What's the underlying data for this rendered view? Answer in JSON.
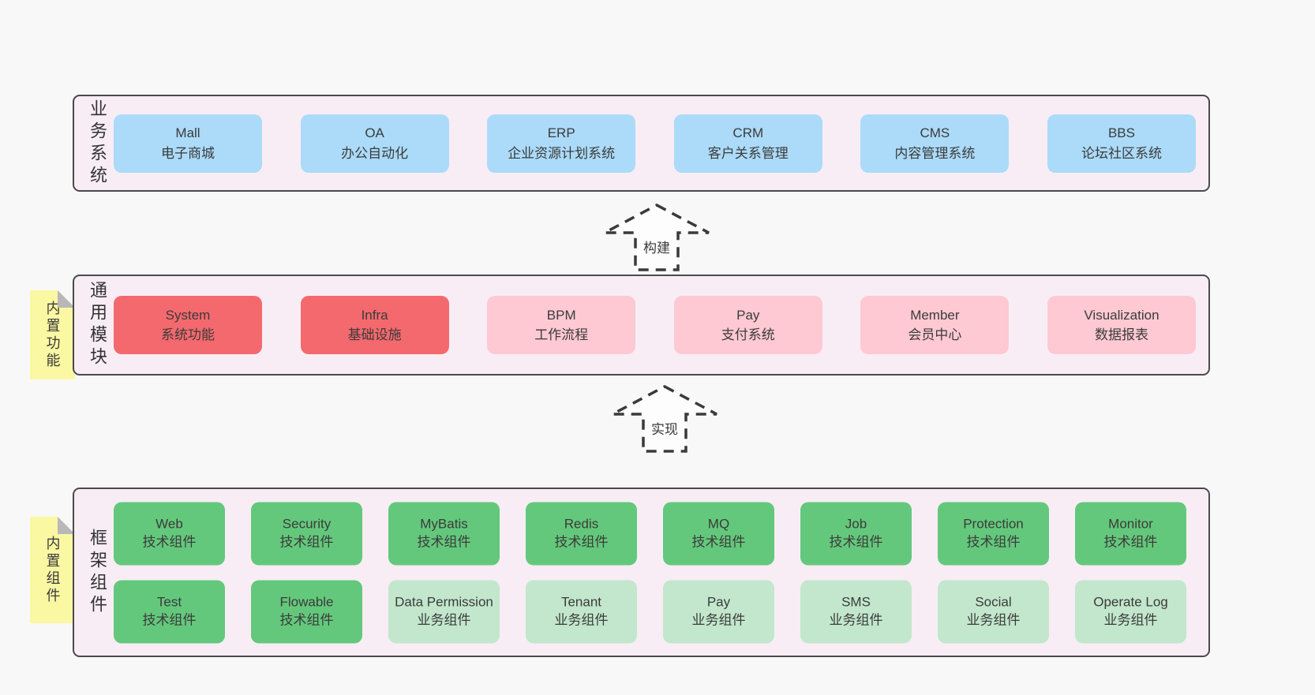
{
  "colors": {
    "page_bg": "#f8f8f8",
    "band_bg": "#f8edf5",
    "band_border": "#4a4a4a",
    "blue_box": "#abdbf9",
    "red_box": "#f4696d",
    "pink_box": "#fec9d2",
    "green_box": "#64c87c",
    "light_green_box": "#c2e7cc",
    "note_bg": "#fbf8a3",
    "note_fold": "#b8b8b8",
    "text": "#3b3b3b"
  },
  "bands": [
    {
      "label": "业务系统",
      "boxes": [
        {
          "name": "Mall",
          "desc": "电子商城"
        },
        {
          "name": "OA",
          "desc": "办公自动化"
        },
        {
          "name": "ERP",
          "desc": "企业资源计划系统"
        },
        {
          "name": "CRM",
          "desc": "客户关系管理"
        },
        {
          "name": "CMS",
          "desc": "内容管理系统"
        },
        {
          "name": "BBS",
          "desc": "论坛社区系统"
        }
      ]
    },
    {
      "label": "通用模块",
      "note": "内置功能",
      "boxes": [
        {
          "name": "System",
          "desc": "系统功能"
        },
        {
          "name": "Infra",
          "desc": "基础设施"
        },
        {
          "name": "BPM",
          "desc": "工作流程"
        },
        {
          "name": "Pay",
          "desc": "支付系统"
        },
        {
          "name": "Member",
          "desc": "会员中心"
        },
        {
          "name": "Visualization",
          "desc": "数据报表"
        }
      ]
    },
    {
      "label": "框架组件",
      "note": "内置组件",
      "rows": [
        [
          {
            "name": "Web",
            "desc": "技术组件"
          },
          {
            "name": "Security",
            "desc": "技术组件"
          },
          {
            "name": "MyBatis",
            "desc": "技术组件"
          },
          {
            "name": "Redis",
            "desc": "技术组件"
          },
          {
            "name": "MQ",
            "desc": "技术组件"
          },
          {
            "name": "Job",
            "desc": "技术组件"
          },
          {
            "name": "Protection",
            "desc": "技术组件"
          },
          {
            "name": "Monitor",
            "desc": "技术组件"
          }
        ],
        [
          {
            "name": "Test",
            "desc": "技术组件"
          },
          {
            "name": "Flowable",
            "desc": "技术组件"
          },
          {
            "name": "Data Permission",
            "desc": "业务组件"
          },
          {
            "name": "Tenant",
            "desc": "业务组件"
          },
          {
            "name": "Pay",
            "desc": "业务组件"
          },
          {
            "name": "SMS",
            "desc": "业务组件"
          },
          {
            "name": "Social",
            "desc": "业务组件"
          },
          {
            "name": "Operate Log",
            "desc": "业务组件"
          }
        ]
      ]
    }
  ],
  "arrows": [
    {
      "label": "构建"
    },
    {
      "label": "实现"
    }
  ]
}
